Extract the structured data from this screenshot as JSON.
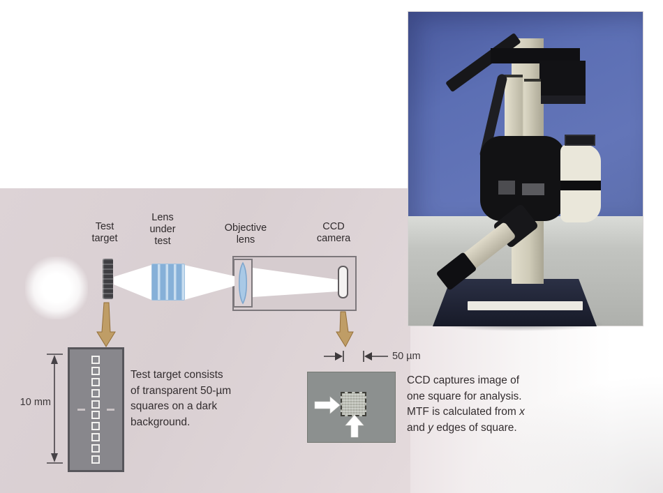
{
  "figure": {
    "labels": {
      "test_target": "Test\ntarget",
      "lens_under_test": "Lens\nunder\ntest",
      "objective_lens": "Objective\nlens",
      "ccd_camera": "CCD\ncamera"
    },
    "dimensions": {
      "target_height": "10 mm",
      "square_size": "50 µm"
    },
    "captions": {
      "target_caption": "Test target consists\nof transparent 50-µm\nsquares on a dark\nbackground.",
      "ccd_caption_part1": "CCD captures image of\none square for analysis.\nMTF is calculated from ",
      "ccd_caption_var_x": "x",
      "ccd_caption_part2": "\nand ",
      "ccd_caption_var_y": "y",
      "ccd_caption_part3": " edges of square."
    },
    "target_detail": {
      "squares_count": 10
    }
  },
  "colors": {
    "panel_pink": "#ddd3d6",
    "lens_bar_blue": "#86b0d8",
    "lens_light_blue": "#c8ddef",
    "objective_lens_blue": "#a9c9e6",
    "beam_white": "#ffffff",
    "arrow_tan": "#bf9d66",
    "photo_backdrop_blue": "#5c6fb4",
    "detail_box_gray": "#8c908f",
    "target_dark_gray": "#3f3e42"
  }
}
